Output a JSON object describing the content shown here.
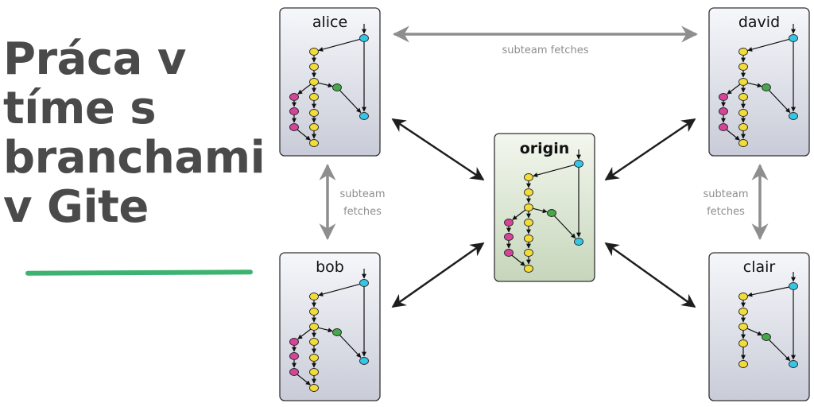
{
  "slide": {
    "title_lines": [
      "Práca v",
      "tíme s",
      "branchami",
      "v Gite"
    ],
    "accent_color": "#3cb371"
  },
  "diagram": {
    "repos": {
      "alice": {
        "label": "alice"
      },
      "david": {
        "label": "david"
      },
      "origin": {
        "label": "origin"
      },
      "bob": {
        "label": "bob"
      },
      "clair": {
        "label": "clair"
      }
    },
    "fetch_labels": {
      "top": "subteam fetches",
      "left_line1": "subteam",
      "left_line2": "fetches",
      "right_line1": "subteam",
      "right_line2": "fetches"
    },
    "colors": {
      "repo_fill_top": "#f6f7fb",
      "repo_fill_bottom": "#c9ccd8",
      "origin_fill_top": "#f3f7ee",
      "origin_fill_bottom": "#c6d6bb",
      "commit_yellow": "#f2dc3a",
      "commit_magenta": "#d6449a",
      "commit_green": "#45a84a",
      "commit_cyan": "#35c6e6",
      "arrow_dark": "#1e1e1e",
      "arrow_grey": "#8e8e8e"
    }
  }
}
